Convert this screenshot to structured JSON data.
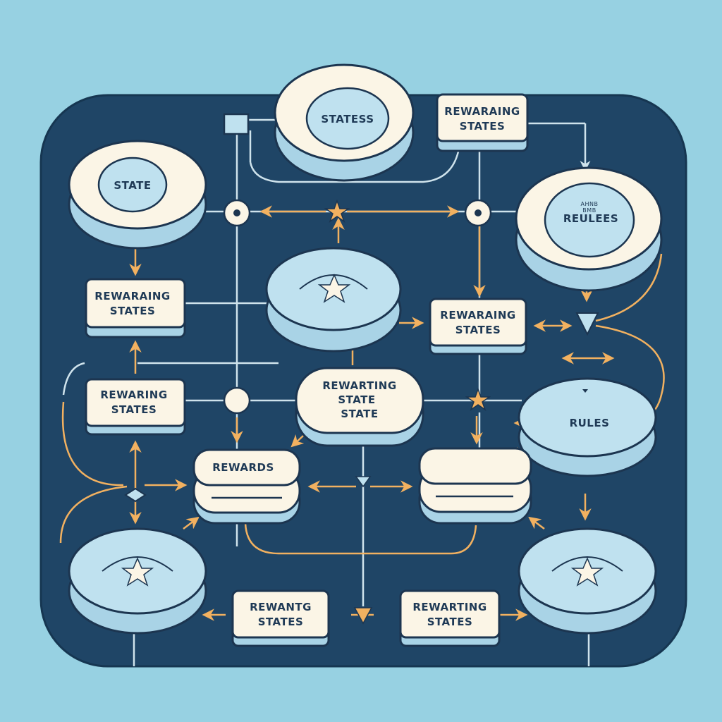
{
  "colors": {
    "background": "#97d1e2",
    "panel": "#1f4566",
    "panel_border": "#163651",
    "cream": "#fbf5e6",
    "light_blue": "#bfe1ef",
    "side_blue": "#a9d3e6",
    "outline": "#1c3550",
    "line": "#cfe3ec",
    "arrow": "#f2b160"
  },
  "nodes": {
    "states_top": {
      "label": "STATESS"
    },
    "state_left": {
      "label": "STATE"
    },
    "rewarding_top": {
      "line1": "REWARAING",
      "line2": "STATES"
    },
    "rules_top": {
      "label": "REULEES",
      "sub": "AHNB\nBMB"
    },
    "rewarding_left1": {
      "line1": "REWARAING",
      "line2": "STATES"
    },
    "rewarding_mid_right": {
      "line1": "REWARAING",
      "line2": "STATES"
    },
    "rewarding_left2": {
      "line1": "REWARING",
      "line2": "STATES"
    },
    "rewarting_center": {
      "line1": "REWARTING",
      "line2": "STATE",
      "line3": "STATE"
    },
    "rules_mid": {
      "label": "RULES"
    },
    "rewards": {
      "label": "REWARDS"
    },
    "rewantg_bottom": {
      "line1": "REWANTG",
      "line2": "STATES"
    },
    "rewarting_bottom": {
      "line1": "REWARTING",
      "line2": "STATES"
    }
  }
}
